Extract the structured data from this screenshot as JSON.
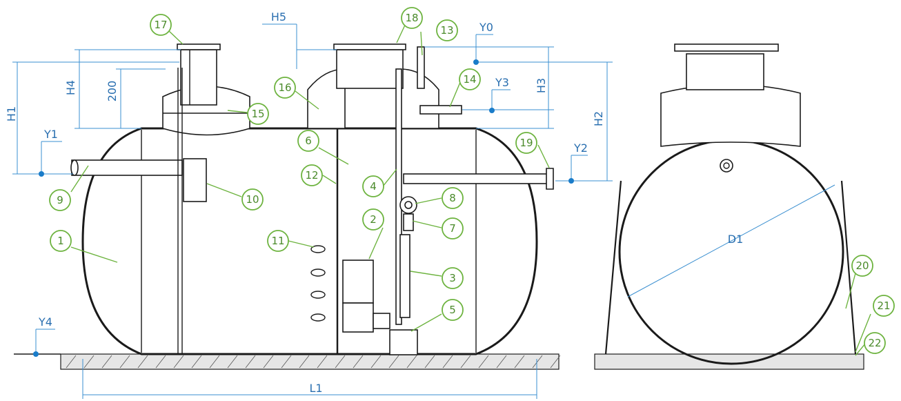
{
  "dimensions": {
    "H1": "H1",
    "H2": "H2",
    "H3": "H3",
    "H4": "H4",
    "H5": "H5",
    "L1": "L1",
    "D1": "D1",
    "Y0": "Y0",
    "Y1": "Y1",
    "Y2": "Y2",
    "Y3": "Y3",
    "Y4": "Y4",
    "d200": "200"
  },
  "callouts": {
    "c1": "1",
    "c2": "2",
    "c3": "3",
    "c4": "4",
    "c5": "5",
    "c6": "6",
    "c7": "7",
    "c8": "8",
    "c9": "9",
    "c10": "10",
    "c11": "11",
    "c12": "12",
    "c13": "13",
    "c14": "14",
    "c15": "15",
    "c16": "16",
    "c17": "17",
    "c18": "18",
    "c19": "19",
    "c20": "20",
    "c21": "21",
    "c22": "22"
  },
  "colors": {
    "callout": "#6db33f",
    "dimension": "#3a8fd0",
    "outline": "#1a1a1a"
  }
}
